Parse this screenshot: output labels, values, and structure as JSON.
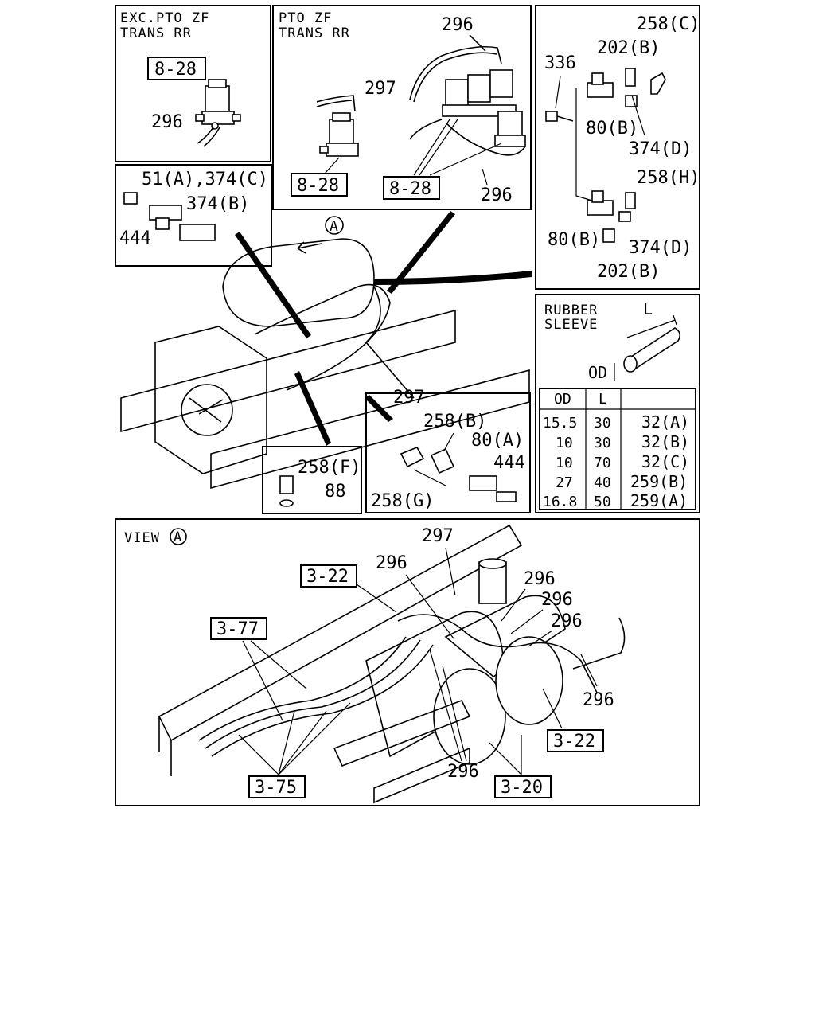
{
  "panels": {
    "exc_pto": {
      "title_line1": "EXC.PTO ZF",
      "title_line2": "TRANS RR",
      "ref": "8-28",
      "part_296": "296"
    },
    "pto": {
      "title_line1": "PTO ZF",
      "title_line2": "TRANS RR",
      "part_296_top": "296",
      "part_297": "297",
      "ref_left": "8-28",
      "ref_right": "8-28",
      "part_296_bottom": "296"
    },
    "fittings_right": {
      "p258c": "258(C)",
      "p202b_top": "202(B)",
      "p336": "336",
      "p80b_top": "80(B)",
      "p374d_top": "374(D)",
      "p258h": "258(H)",
      "p80b_bottom": "80(B)",
      "p374d_bottom": "374(D)",
      "p202b_bottom": "202(B)"
    },
    "tee_panel": {
      "p51": "51(A),374(C)",
      "p374b": "374(B)",
      "p444": "444"
    },
    "main": {
      "view_marker": "A",
      "part_297": "297"
    },
    "rubber_sleeve": {
      "title_line1": "RUBBER",
      "title_line2": "SLEEVE",
      "dim_l": "L",
      "dim_od": "OD",
      "headers": [
        "OD",
        "L",
        ""
      ],
      "rows": [
        [
          "15.5",
          "30",
          "32(A)"
        ],
        [
          "10",
          "30",
          "32(B)"
        ],
        [
          "10",
          "70",
          "32(C)"
        ],
        [
          "27",
          "40",
          "259(B)"
        ],
        [
          "16.8",
          "50",
          "259(A)"
        ]
      ]
    },
    "elbow_panel": {
      "p258b": "258(B)",
      "p80a": "80(A)",
      "p444": "444",
      "p258g": "258(G)"
    },
    "small_panel": {
      "p258f": "258(F)",
      "p88": "88"
    },
    "view_a": {
      "title": "VIEW",
      "marker": "A",
      "ref_322_top": "3-22",
      "ref_377": "3-77",
      "ref_375": "3-75",
      "ref_320": "3-20",
      "ref_322_right": "3-22",
      "p297": "297",
      "p296_a": "296",
      "p296_b": "296",
      "p296_c": "296",
      "p296_d": "296",
      "p296_e": "296",
      "p296_f": "296"
    }
  }
}
